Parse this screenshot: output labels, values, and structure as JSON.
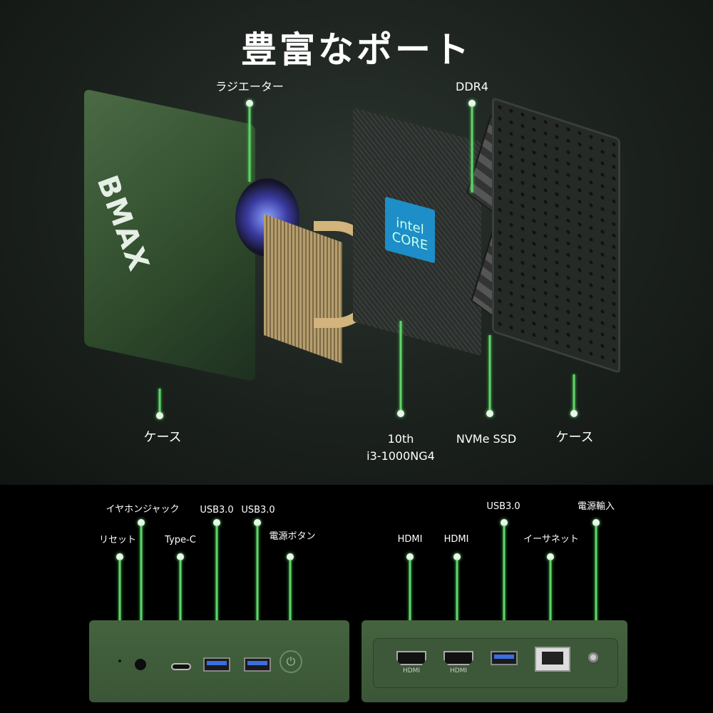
{
  "title": "豊富なポート",
  "exploded": {
    "radiator": "ラジエーター",
    "ddr4": "DDR4",
    "case_left": "ケース",
    "cpu_line1": "10th",
    "cpu_line2": "i3-1000NG4",
    "ssd": "NVMe SSD",
    "case_right": "ケース",
    "brand": "BMAX",
    "cpu_chip": "intel CORE"
  },
  "front_ports": {
    "reset": "リセット",
    "earphone": "イヤホンジャック",
    "typec": "Type-C",
    "usb1": "USB3.0",
    "usb2": "USB3.0",
    "power": "電源ボタン"
  },
  "back_ports": {
    "hdmi1": "HDMI",
    "hdmi2": "HDMI",
    "usb": "USB3.0",
    "ethernet": "イーサネット",
    "dc_in": "電源輸入",
    "hdmi_print": "HDMI"
  }
}
